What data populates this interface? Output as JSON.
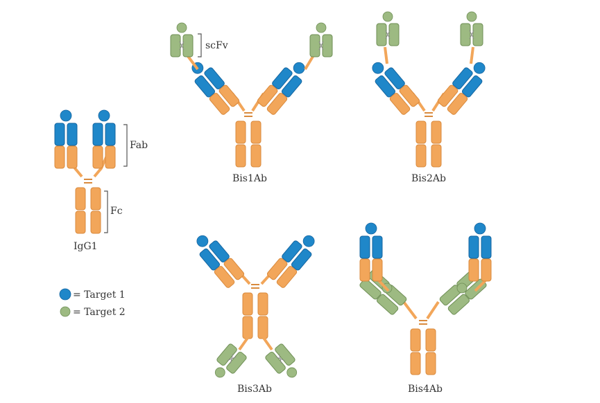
{
  "labels": {
    "igg1": "IgG1",
    "bis1ab": "Bis1Ab",
    "bis2ab": "Bis2Ab",
    "bis3ab": "Bis3Ab",
    "bis4ab": "Bis4Ab",
    "fab": "Fab",
    "fc": "Fc",
    "scfv": "scFv"
  },
  "legend": {
    "target1": "= Target 1",
    "target2": "= Target 2"
  },
  "colors": {
    "orange": "#F2A65A",
    "orange_stroke": "#D98A3D",
    "blue": "#1F87C9",
    "blue_stroke": "#1565A0",
    "green": "#9DBA82",
    "green_stroke": "#6F8F56",
    "outline": "#C8C8C8"
  }
}
